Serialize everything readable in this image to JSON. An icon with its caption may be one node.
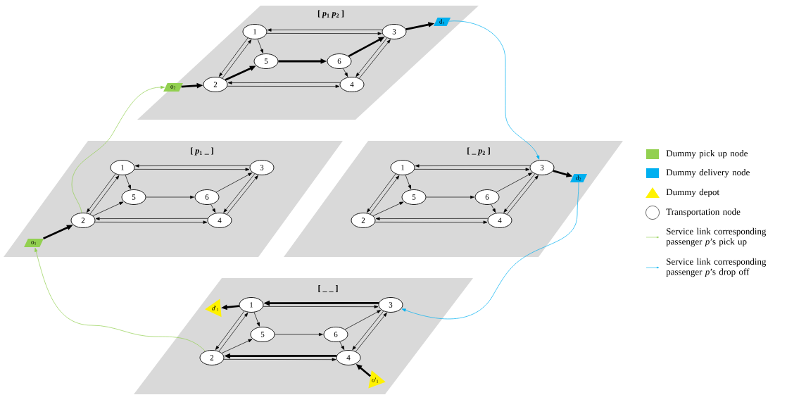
{
  "diagram": {
    "nodes": [
      {
        "text": [
          "[ *p*$_{1}$ *p*$_{2}$ ]"
        ]
      },
      {
        "text": [
          "1"
        ],
        "in": 0
      },
      {
        "text": [
          "2"
        ],
        "in": 0
      },
      {
        "text": [
          "3"
        ],
        "in": 0
      },
      {
        "text": [
          "4"
        ],
        "in": 0
      },
      {
        "text": [
          "5"
        ],
        "in": 0
      },
      {
        "text": [
          "6"
        ],
        "in": 0
      },
      {
        "text": [
          "o$_{2}$"
        ],
        "in": 0
      },
      {
        "text": [
          "d$_{1}$"
        ],
        "in": 0
      },
      {
        "text": [
          "[ *p*$_{1}$ _ ]"
        ]
      },
      {
        "text": [
          "1"
        ],
        "in": 9
      },
      {
        "text": [
          "2"
        ],
        "in": 9
      },
      {
        "text": [
          "3"
        ],
        "in": 9
      },
      {
        "text": [
          "4"
        ],
        "in": 9
      },
      {
        "text": [
          "5"
        ],
        "in": 9
      },
      {
        "text": [
          "6"
        ],
        "in": 9
      },
      {
        "text": [
          "o$_{1}$"
        ],
        "in": 9
      },
      {
        "text": [
          "[ _ *p*$_{2}$ ]"
        ]
      },
      {
        "text": [
          "1"
        ],
        "in": 17
      },
      {
        "text": [
          "2"
        ],
        "in": 17
      },
      {
        "text": [
          "3"
        ],
        "in": 17
      },
      {
        "text": [
          "4"
        ],
        "in": 17
      },
      {
        "text": [
          "5"
        ],
        "in": 17
      },
      {
        "text": [
          "6"
        ],
        "in": 17
      },
      {
        "text": [
          "d$_{2}$"
        ],
        "in": 17
      },
      {
        "text": [
          "[ _ _ ]"
        ]
      },
      {
        "text": [
          "1"
        ],
        "in": 25
      },
      {
        "text": [
          "2"
        ],
        "in": 25
      },
      {
        "text": [
          "3"
        ],
        "in": 25
      },
      {
        "text": [
          "4"
        ],
        "in": 25
      },
      {
        "text": [
          "5"
        ],
        "in": 25
      },
      {
        "text": [
          "6"
        ],
        "in": 25
      },
      {
        "text": [
          "*d*′$_{1}$"
        ],
        "in": 25
      },
      {
        "text": [
          "*o*′$_{1}$"
        ],
        "in": 25
      }
    ],
    "edges": [
      {
        "from": 1,
        "to": 3,
        "arrow": "to"
      },
      {
        "from": 3,
        "to": 1,
        "arrow": "to"
      },
      {
        "from": 1,
        "to": 2,
        "arrow": "to"
      },
      {
        "from": 2,
        "to": 1,
        "arrow": "to"
      },
      {
        "from": 1,
        "to": 5,
        "arrow": "to"
      },
      {
        "from": 2,
        "to": 5,
        "arrow": "to",
        "style": "thick"
      },
      {
        "from": 5,
        "to": 6,
        "arrow": "to",
        "style": "thick"
      },
      {
        "from": 6,
        "to": 3,
        "arrow": "to",
        "style": "thick"
      },
      {
        "from": 6,
        "to": 4,
        "arrow": "to"
      },
      {
        "from": 2,
        "to": 4,
        "arrow": "to"
      },
      {
        "from": 4,
        "to": 2,
        "arrow": "to"
      },
      {
        "from": 3,
        "to": 4,
        "arrow": "to"
      },
      {
        "from": 4,
        "to": 3,
        "arrow": "to"
      },
      {
        "from": 7,
        "to": 2,
        "arrow": "to",
        "style": "thick"
      },
      {
        "from": 3,
        "to": 8,
        "arrow": "to",
        "style": "thick"
      },
      {
        "from": 10,
        "to": 12,
        "arrow": "to"
      },
      {
        "from": 12,
        "to": 10,
        "arrow": "to"
      },
      {
        "from": 10,
        "to": 11,
        "arrow": "to"
      },
      {
        "from": 11,
        "to": 10,
        "arrow": "to"
      },
      {
        "from": 10,
        "to": 14,
        "arrow": "to"
      },
      {
        "from": 11,
        "to": 14,
        "arrow": "to"
      },
      {
        "from": 14,
        "to": 15,
        "arrow": "to"
      },
      {
        "from": 15,
        "to": 12,
        "arrow": "to"
      },
      {
        "from": 15,
        "to": 13,
        "arrow": "to"
      },
      {
        "from": 11,
        "to": 13,
        "arrow": "to"
      },
      {
        "from": 13,
        "to": 11,
        "arrow": "to"
      },
      {
        "from": 12,
        "to": 13,
        "arrow": "to"
      },
      {
        "from": 13,
        "to": 12,
        "arrow": "to"
      },
      {
        "from": 16,
        "to": 11,
        "arrow": "to",
        "style": "thick"
      },
      {
        "from": 18,
        "to": 20,
        "arrow": "to"
      },
      {
        "from": 20,
        "to": 18,
        "arrow": "to"
      },
      {
        "from": 18,
        "to": 19,
        "arrow": "to"
      },
      {
        "from": 19,
        "to": 18,
        "arrow": "to"
      },
      {
        "from": 18,
        "to": 22,
        "arrow": "to"
      },
      {
        "from": 19,
        "to": 22,
        "arrow": "to"
      },
      {
        "from": 22,
        "to": 23,
        "arrow": "to"
      },
      {
        "from": 23,
        "to": 20,
        "arrow": "to"
      },
      {
        "from": 23,
        "to": 21,
        "arrow": "to"
      },
      {
        "from": 19,
        "to": 21,
        "arrow": "to"
      },
      {
        "from": 21,
        "to": 19,
        "arrow": "to"
      },
      {
        "from": 20,
        "to": 21,
        "arrow": "to"
      },
      {
        "from": 21,
        "to": 20,
        "arrow": "to"
      },
      {
        "from": 20,
        "to": 24,
        "arrow": "to",
        "style": "thick"
      },
      {
        "from": 26,
        "to": 28,
        "arrow": "to"
      },
      {
        "from": 28,
        "to": 26,
        "arrow": "to",
        "style": "thick"
      },
      {
        "from": 26,
        "to": 27,
        "arrow": "to"
      },
      {
        "from": 27,
        "to": 26,
        "arrow": "to"
      },
      {
        "from": 26,
        "to": 30,
        "arrow": "to"
      },
      {
        "from": 27,
        "to": 30,
        "arrow": "to"
      },
      {
        "from": 30,
        "to": 31,
        "arrow": "to"
      },
      {
        "from": 31,
        "to": 28,
        "arrow": "to"
      },
      {
        "from": 31,
        "to": 29,
        "arrow": "to"
      },
      {
        "from": 27,
        "to": 29,
        "arrow": "to"
      },
      {
        "from": 29,
        "to": 27,
        "arrow": "to",
        "style": "thick"
      },
      {
        "from": 28,
        "to": 29,
        "arrow": "to"
      },
      {
        "from": 29,
        "to": 28,
        "arrow": "to"
      },
      {
        "from": 26,
        "to": 32,
        "arrow": "to",
        "style": "thick"
      },
      {
        "from": 33,
        "to": 29,
        "arrow": "to",
        "style": "thick"
      },
      {
        "from": 27,
        "to": 16,
        "arrow": "to",
        "color": "#92d050"
      },
      {
        "from": 11,
        "to": 7,
        "arrow": "to",
        "color": "#92d050"
      },
      {
        "from": 8,
        "to": 20,
        "arrow": "to",
        "color": "#00b0f0"
      },
      {
        "from": 24,
        "to": 28,
        "arrow": "to",
        "color": "#00b0f0"
      }
    ],
    "legend": [
      {
        "text": "Dummy pick up node",
        "color": "#92d050"
      },
      {
        "text": "Dummy delivery node",
        "color": "#00b0f0"
      },
      {
        "text": "Dummy depot"
      },
      {
        "text": "Transportation node"
      },
      {
        "text": "Service link corresponding passenger *p*’s pick up"
      },
      {
        "text": "Service link corresponding passenger *p*’s drop off"
      }
    ]
  }
}
